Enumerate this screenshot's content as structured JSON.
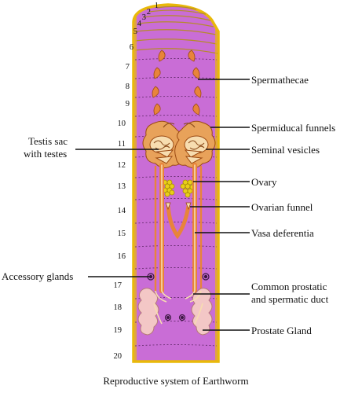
{
  "caption": "Reproductive system of Earthworm",
  "segment_numbers": [
    "1",
    "2",
    "3",
    "4",
    "5",
    "6",
    "7",
    "8",
    "9",
    "10",
    "11",
    "12",
    "13",
    "14",
    "15",
    "16",
    "17",
    "18",
    "19",
    "20"
  ],
  "labels": {
    "spermathecae": "Spermathecae",
    "spermiducal_funnels": "Spermiducal funnels",
    "seminal_vesicles": "Seminal vesicles",
    "ovary": "Ovary",
    "ovarian_funnel": "Ovarian funnel",
    "vasa_deferentia": "Vasa deferentia",
    "common_duct_line1": "Common prostatic",
    "common_duct_line2": "and spermatic duct",
    "prostate_gland": "Prostate Gland",
    "testis_sac_line1": "Testis sac",
    "testis_sac_line2": "with testes",
    "accessory_glands": "Accessory glands"
  },
  "colors": {
    "body": "#c96dd6",
    "body_outline": "#e9b90a",
    "organ_orange": "#e8843a",
    "funnel_cream": "#f7ddb0",
    "ovary_yellow": "#e9cf18",
    "prostate_pink": "#f3c7c6",
    "segment_line": "#6b2f74"
  }
}
